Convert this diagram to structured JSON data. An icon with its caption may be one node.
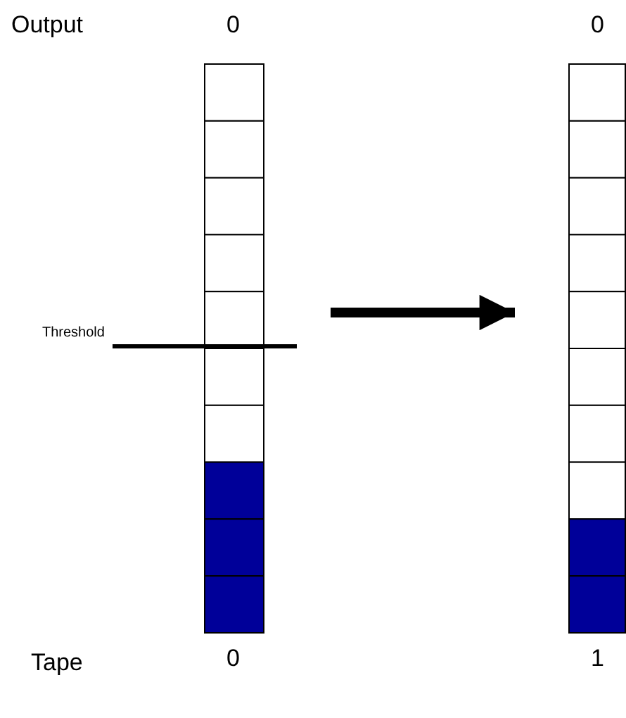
{
  "diagram": {
    "nodes": [
      {
        "text": [],
        "shape": "bar",
        "beside": [
          "0",
          "0"
        ]
      },
      {
        "text": [],
        "shape": "bar",
        "beside": [
          "0",
          "1"
        ]
      }
    ],
    "edges": [
      {
        "from": 0,
        "to": 1,
        "arrow": "to"
      }
    ],
    "labels": [
      "Output",
      "Threshold",
      "Tape"
    ]
  }
}
